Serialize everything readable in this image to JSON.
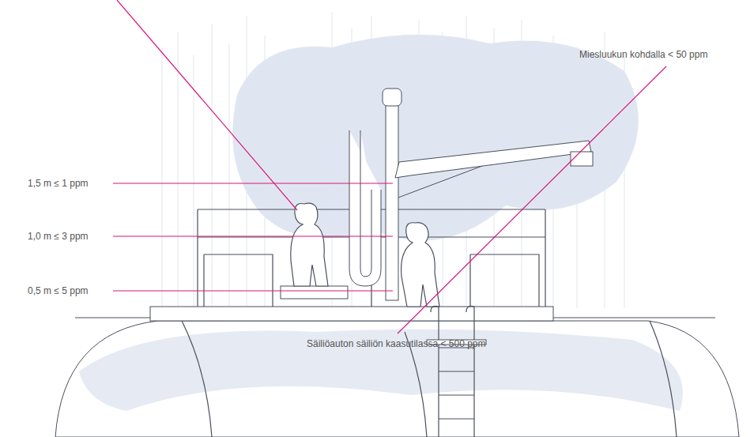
{
  "diagram": {
    "labels": [
      "Miesluukun kohdalla < 50 ppm",
      "1,5 m ≤ 1 ppm",
      "1,0 m ≤ 3 ppm",
      "0,5 m ≤ 5 ppm",
      "Säiliöauton säiliön kaasutilassa < 500 ppm"
    ]
  }
}
